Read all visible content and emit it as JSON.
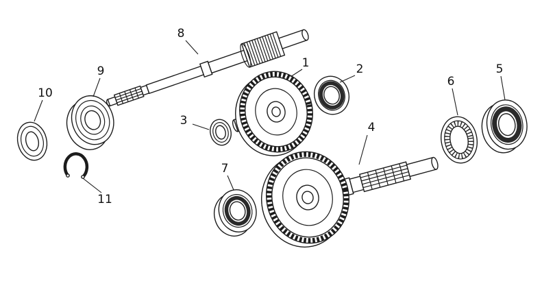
{
  "diagram": {
    "description": "Exploded parts diagram of a transmission gear and shaft assembly",
    "colors": {
      "line": "#1c1c1c",
      "background": "#ffffff"
    },
    "callouts": [
      {
        "text": "1"
      },
      {
        "text": "2"
      },
      {
        "text": "3"
      },
      {
        "text": "4"
      },
      {
        "text": "5"
      },
      {
        "text": "6"
      },
      {
        "text": "7"
      },
      {
        "text": "8"
      },
      {
        "text": "9"
      },
      {
        "text": "10"
      },
      {
        "text": "11"
      }
    ]
  }
}
